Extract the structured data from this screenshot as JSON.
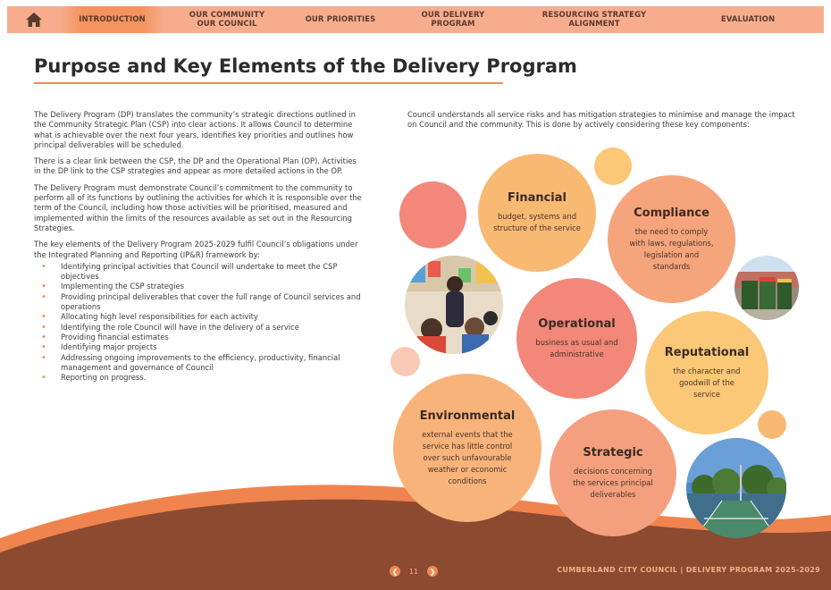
{
  "nav": {
    "home_icon": "home-icon",
    "items": [
      {
        "label": "INTRODUCTION"
      },
      {
        "label": "OUR COMMUNITY\nOUR COUNCIL"
      },
      {
        "label": "OUR PRIORITIES"
      },
      {
        "label": "OUR DELIVERY\nPROGRAM"
      },
      {
        "label": "RESOURCING STRATEGY\nALIGNMENT"
      },
      {
        "label": "EVALUATION"
      }
    ],
    "active": "INTRODUCTION"
  },
  "page_title": "Purpose and Key Elements of the Delivery Program",
  "left": {
    "p1": "The Delivery Program (DP) translates the community’s strategic directions outlined in the Community Strategic Plan (CSP) into clear actions. It allows Council to determine what is achievable over the next four years, identifies key priorities and outlines how principal deliverables will be scheduled.",
    "p2": "There is a clear link between the CSP, the DP and the Operational Plan (OP). Activities in the DP link to the CSP strategies and appear as more detailed actions in the OP.",
    "p3": "The Delivery Program must demonstrate Council’s commitment to the community to perform all of its functions by outlining the activities for which it is responsible over the term of the Council, including how those activities will be prioritised, measured and implemented within the limits of the resources available as set out in the Resourcing Strategies.",
    "p4": "The key elements of the Delivery Program 2025-2029 fulfil Council’s obligations under the Integrated Planning and Reporting (IP&R) framework by:",
    "bullets": [
      "Identifying principal activities that Council will undertake to meet the CSP objectives",
      "Implementing the CSP strategies",
      "Providing principal deliverables that cover the full range of Council services and operations",
      "Allocating high level responsibilities for each activity",
      "Identifying the role Council will have in the delivery of a service",
      "Providing financial estimates",
      "Identifying major projects",
      "Addressing ongoing improvements to the efficiency, productivity, financial management and governance of Council",
      "Reporting on progress."
    ]
  },
  "right_intro": "Council understands all service risks and has mitigation strategies to minimise and manage the impact on Council and the community. This is done by actively considering these key components:",
  "components": [
    {
      "title": "Financial",
      "desc": "budget, systems and structure of the service",
      "color": "#f8b973"
    },
    {
      "title": "Compliance",
      "desc": "the need to comply with laws, regulations, legislation and standards",
      "color": "#f6a47c"
    },
    {
      "title": "Operational",
      "desc": "business as usual and administrative",
      "color": "#f2877a"
    },
    {
      "title": "Reputational",
      "desc": "the character and goodwill of the service",
      "color": "#fbc877"
    },
    {
      "title": "Environmental",
      "desc": "external events that the service has little control over such unfavourable weather or economic conditions",
      "color": "#f8b37a"
    },
    {
      "title": "Strategic",
      "desc": "decisions concerning the services principal deliverables",
      "color": "#f4a07e"
    }
  ],
  "footer": {
    "page_number": "11",
    "publisher": "CUMBERLAND CITY COUNCIL  |  DELIVERY PROGRAM 2025-2029"
  },
  "colors": {
    "nav_bg": "#f7ad8d",
    "accent": "#f08a55",
    "wave_dark": "#8c4a30",
    "wave_light": "#f0844e"
  }
}
